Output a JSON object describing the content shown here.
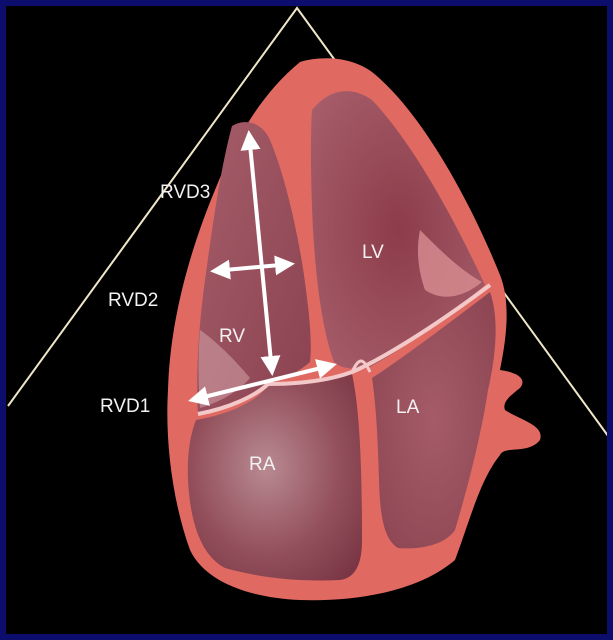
{
  "labels": {
    "rvd3": "RVD3",
    "rvd2": "RVD2",
    "rvd1": "RVD1",
    "rv": "RV",
    "lv": "LV",
    "ra": "RA",
    "la": "LA"
  },
  "colors": {
    "background": "#000000",
    "frame": "#0d0d6e",
    "sector_line": "#efe6c8",
    "heart_wall": "#e06a62",
    "chamber": "#8a3d48",
    "septum_highlight": "#f3c8c8",
    "arrow": "#ffffff"
  }
}
